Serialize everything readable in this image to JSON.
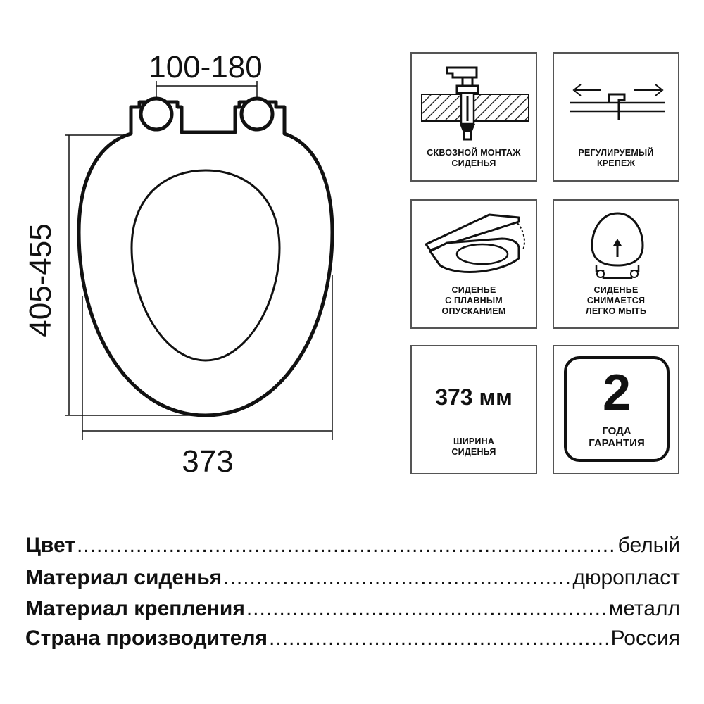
{
  "drawing": {
    "hinge_spacing": "100-180",
    "length": "405-455",
    "width": "373"
  },
  "features": [
    {
      "caption_lines": [
        "СКВОЗНОЙ МОНТАЖ",
        "СИДЕНЬЯ"
      ],
      "icon": "through-mount-icon"
    },
    {
      "caption_lines": [
        "РЕГУЛИРУЕМЫЙ",
        "КРЕПЕЖ"
      ],
      "icon": "adjustable-fastener-icon"
    },
    {
      "caption_lines": [
        "СИДЕНЬЕ",
        "С ПЛАВНЫМ",
        "ОПУСКАНИЕМ"
      ],
      "icon": "soft-close-seat-icon"
    },
    {
      "caption_lines": [
        "СИДЕНЬЕ",
        "СНИМАЕТСЯ",
        "ЛЕГКО МЫТЬ"
      ],
      "icon": "removable-seat-icon"
    },
    {
      "big_text": "373 мм",
      "caption_lines": [
        "ШИРИНА",
        "СИДЕНЬЯ"
      ]
    },
    {
      "warranty_number": "2",
      "caption_lines": [
        "ГОДА",
        "ГАРАНТИЯ"
      ]
    }
  ],
  "specs": [
    {
      "label": "Цвет",
      "value": "белый"
    },
    {
      "label": "Материал сиденья",
      "value": "дюропласт"
    },
    {
      "label": "Материал крепления",
      "value": "металл"
    },
    {
      "label": "Страна производителя",
      "value": "Россия"
    }
  ]
}
